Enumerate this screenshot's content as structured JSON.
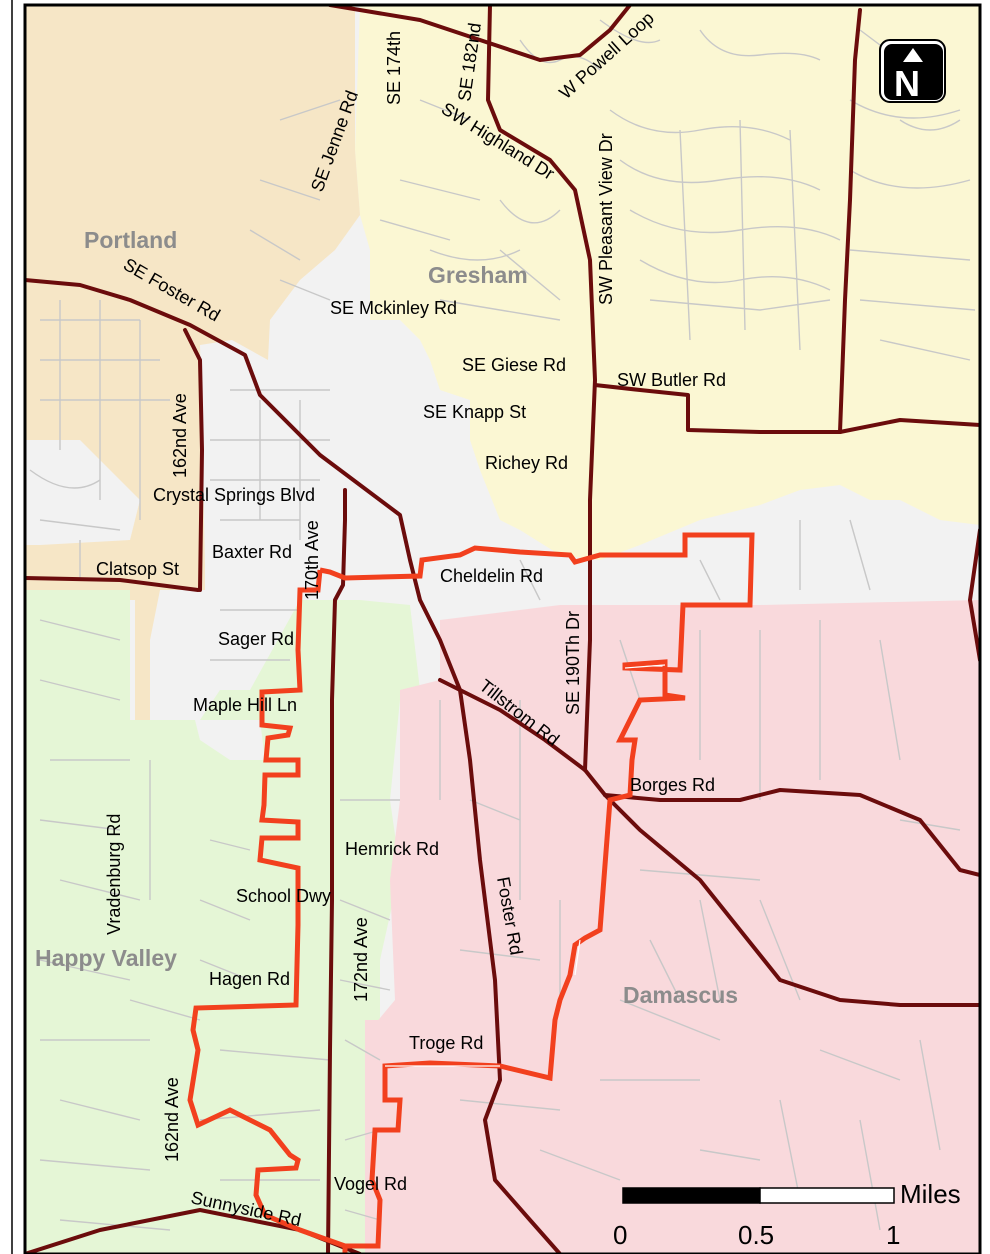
{
  "cities": [
    {
      "id": "portland",
      "label": "Portland"
    },
    {
      "id": "gresham",
      "label": "Gresham"
    },
    {
      "id": "happy-valley",
      "label": "Happy Valley"
    },
    {
      "id": "damascus",
      "label": "Damascus"
    }
  ],
  "roads": {
    "se_174th": "SE 174th",
    "se_182nd": "SE 182nd",
    "se_jenne_rd": "SE Jenne Rd",
    "sw_powell_loop": "W Powell Loop",
    "sw_highland_dr": "SW Highland Dr",
    "sw_pleasant_view_dr": "SW Pleasant View Dr",
    "se_foster_rd": "SE Foster Rd",
    "se_mckinley_rd": "SE Mckinley Rd",
    "se_giese_rd": "SE Giese Rd",
    "sw_butler_rd": "SW Butler Rd",
    "se_knapp_st": "SE Knapp St",
    "richey_rd": "Richey Rd",
    "ave_162nd_north": "162nd Ave",
    "crystal_springs_blvd": "Crystal Springs Blvd",
    "ave_170th": "170th Ave",
    "baxter_rd": "Baxter Rd",
    "clatsop_st": "Clatsop St",
    "cheldelin_rd": "Cheldelin Rd",
    "se_190th_dr": "SE 190Th Dr",
    "sager_rd": "Sager Rd",
    "tillstrom_rd": "Tillstrom Rd",
    "maple_hill_ln": "Maple Hill Ln",
    "borges_rd": "Borges Rd",
    "vradenburg_rd": "Vradenburg Rd",
    "hemrick_rd": "Hemrick Rd",
    "school_dwy": "School Dwy",
    "foster_rd": "Foster Rd",
    "ave_172nd": "172nd Ave",
    "hagen_rd": "Hagen Rd",
    "troge_rd": "Troge Rd",
    "ave_162nd_south": "162nd Ave",
    "vogel_rd": "Vogel Rd",
    "sunnyside_rd": "Sunnyside Rd"
  },
  "north_arrow": {
    "letter": "N",
    "icon": "north-arrow-icon"
  },
  "scale_bar": {
    "unit": "Miles",
    "ticks": [
      "0",
      "0.5",
      "1"
    ]
  },
  "colors": {
    "portland": "#f6e6c6",
    "gresham": "#fbf7d3",
    "happy_valley": "#e5f6d6",
    "damascus": "#f9d9dc",
    "unincorporated": "#f2f2f2",
    "major_road": "#6b0c0c",
    "route": "#f2401e",
    "minor_road": "#c8c8c8",
    "city_label": "#8c8c8c"
  }
}
